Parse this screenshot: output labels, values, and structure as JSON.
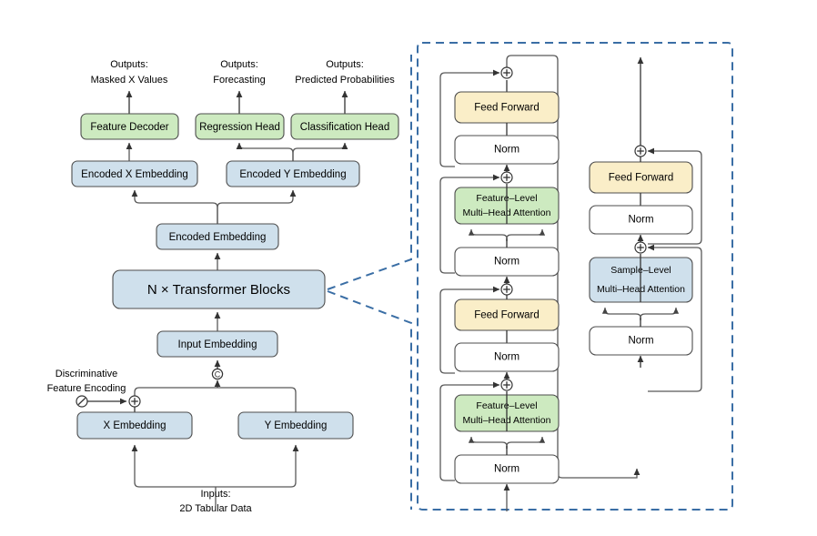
{
  "figure": {
    "title": "Transformer architecture for 2D tabular data",
    "colors": {
      "blue_fill": "#cfe0ec",
      "green_fill": "#cdeac0",
      "amber_fill": "#faeec8",
      "white_fill": "#ffffff",
      "box_stroke": "#4d4d4d",
      "edge": "#595959",
      "dashed_blue": "#3a6ea5",
      "background": "#ffffff"
    }
  },
  "left_diagram": {
    "captions": {
      "output_masked": "Outputs:\nMasked X Values",
      "output_masked_line1": "Outputs:",
      "output_masked_line2": "Masked X Values",
      "output_forecast_line1": "Outputs:",
      "output_forecast_line2": "Forecasting",
      "output_probs_line1": "Outputs:",
      "output_probs_line2": "Predicted Probabilities",
      "inputs_line1": "Inputs:",
      "inputs_line2": "2D Tabular Data",
      "discriminative_line1": "Discriminative",
      "discriminative_line2": "Feature Encoding"
    },
    "nodes": [
      {
        "id": "feature_decoder",
        "label": "Feature Decoder",
        "fill": "green"
      },
      {
        "id": "regression_head",
        "label": "Regression Head",
        "fill": "green"
      },
      {
        "id": "classification_head",
        "label": "Classification Head",
        "fill": "green"
      },
      {
        "id": "encoded_x_embedding",
        "label": "Encoded X Embedding",
        "fill": "blue"
      },
      {
        "id": "encoded_y_embedding",
        "label": "Encoded Y Embedding",
        "fill": "blue"
      },
      {
        "id": "encoded_embedding",
        "label": "Encoded Embedding",
        "fill": "blue"
      },
      {
        "id": "transformer_blocks",
        "label": "N × Transformer Blocks",
        "fill": "blue"
      },
      {
        "id": "input_embedding",
        "label": "Input Embedding",
        "fill": "blue"
      },
      {
        "id": "x_embedding",
        "label": "X Embedding",
        "fill": "blue"
      },
      {
        "id": "y_embedding",
        "label": "Y Embedding",
        "fill": "blue"
      }
    ],
    "operators": {
      "concat": "C",
      "add": "+"
    }
  },
  "detail_panel": {
    "left_column": [
      {
        "id": "ff_top",
        "label": "Feed Forward",
        "fill": "amber"
      },
      {
        "id": "norm_2",
        "label": "Norm",
        "fill": "white"
      },
      {
        "id": "attn_top",
        "label_line1": "Feature–Level",
        "label_line2": "Multi–Head Attention",
        "fill": "green"
      },
      {
        "id": "norm_1",
        "label": "Norm",
        "fill": "white"
      },
      {
        "id": "ff_bottom",
        "label": "Feed Forward",
        "fill": "amber"
      },
      {
        "id": "norm_0b",
        "label": "Norm",
        "fill": "white"
      },
      {
        "id": "attn_bottom",
        "label_line1": "Feature–Level",
        "label_line2": "Multi–Head Attention",
        "fill": "green"
      },
      {
        "id": "norm_0",
        "label": "Norm",
        "fill": "white"
      }
    ],
    "right_column": [
      {
        "id": "ff_right",
        "label": "Feed Forward",
        "fill": "amber"
      },
      {
        "id": "norm_right_top",
        "label": "Norm",
        "fill": "white"
      },
      {
        "id": "attn_sample",
        "label_line1": "Sample–Level",
        "label_line2": "Multi–Head Attention",
        "fill": "blue"
      },
      {
        "id": "norm_right_bottom",
        "label": "Norm",
        "fill": "white"
      }
    ],
    "operators": {
      "add": "+"
    }
  }
}
